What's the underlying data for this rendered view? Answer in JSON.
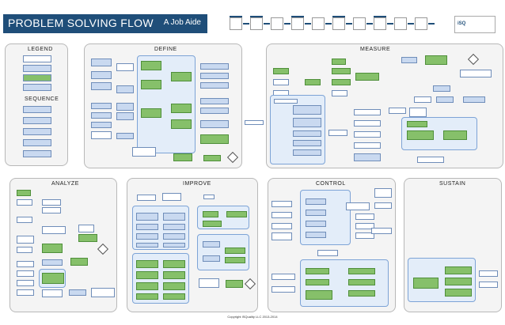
{
  "header": {
    "title": "PROBLEM SOLVING FLOW",
    "subtitle": "A Job Aide",
    "logo_text": "iSQ"
  },
  "flow_strip": [
    "",
    "",
    "",
    "",
    "",
    "",
    "",
    "",
    "",
    "",
    "",
    ""
  ],
  "legend": {
    "title": "Legend",
    "items": [
      "",
      "",
      "",
      ""
    ],
    "sequence_title": "Sequence",
    "sequence": [
      "",
      "",
      "",
      "",
      "",
      ""
    ]
  },
  "sections": {
    "define": "DEFINE",
    "measure": "MEASURE",
    "analyze": "ANALYZE",
    "improve": "IMPROVE",
    "control": "CONTROL",
    "sustain": "SUSTAIN"
  },
  "copyright": "Copyright ISQuality LLC 2013-2014",
  "colors": {
    "title_bar": "#1f4e79",
    "box_blue": "#c9d9f0",
    "box_green": "#86c06a",
    "panel_bg": "#f4f4f4"
  }
}
